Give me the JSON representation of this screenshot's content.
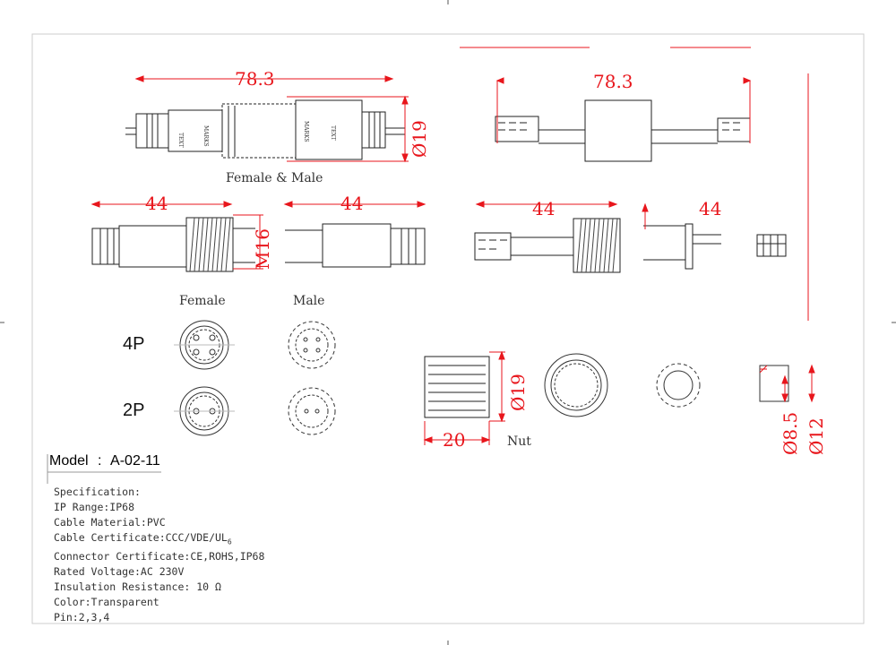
{
  "views": {
    "assembly_caption": "Female & Male",
    "female_header": "Female",
    "male_header": "Male",
    "nut_caption": "Nut",
    "pin_4p": "4P",
    "pin_2p": "2P"
  },
  "dimensions": {
    "overall_length_left": "78.3",
    "overall_length_right": "78.3",
    "diameter_main": "Ø19",
    "female_length": "44",
    "male_length": "44",
    "exploded_female_length": "44",
    "exploded_male_length": "44",
    "thread": "M16",
    "nut_diameter": "Ø19",
    "nut_length": "20",
    "cable_inner": "Ø8.5",
    "cable_outer": "Ø12"
  },
  "model": {
    "label": "Model",
    "separator": ":",
    "value": "A-02-11"
  },
  "specification": {
    "heading": "Specification:",
    "ip_range": "IP Range:IP68",
    "cable_material": "Cable Material:PVC",
    "cable_certificate": "Cable Certificate:CCC/VDE/UL",
    "cable_certificate_sub": "6",
    "connector_certificate": "Connector Certificate:CE,ROHS,IP68",
    "rated_voltage": "Rated Voltage:AC 230V",
    "insulation_resistance": "Insulation Resistance: 10  Ω",
    "color": "Color:Transparent",
    "pin": "Pin:2,3,4"
  },
  "colors": {
    "dimension": "#e8161c",
    "drawing": "#222222",
    "border": "#cccccc"
  }
}
